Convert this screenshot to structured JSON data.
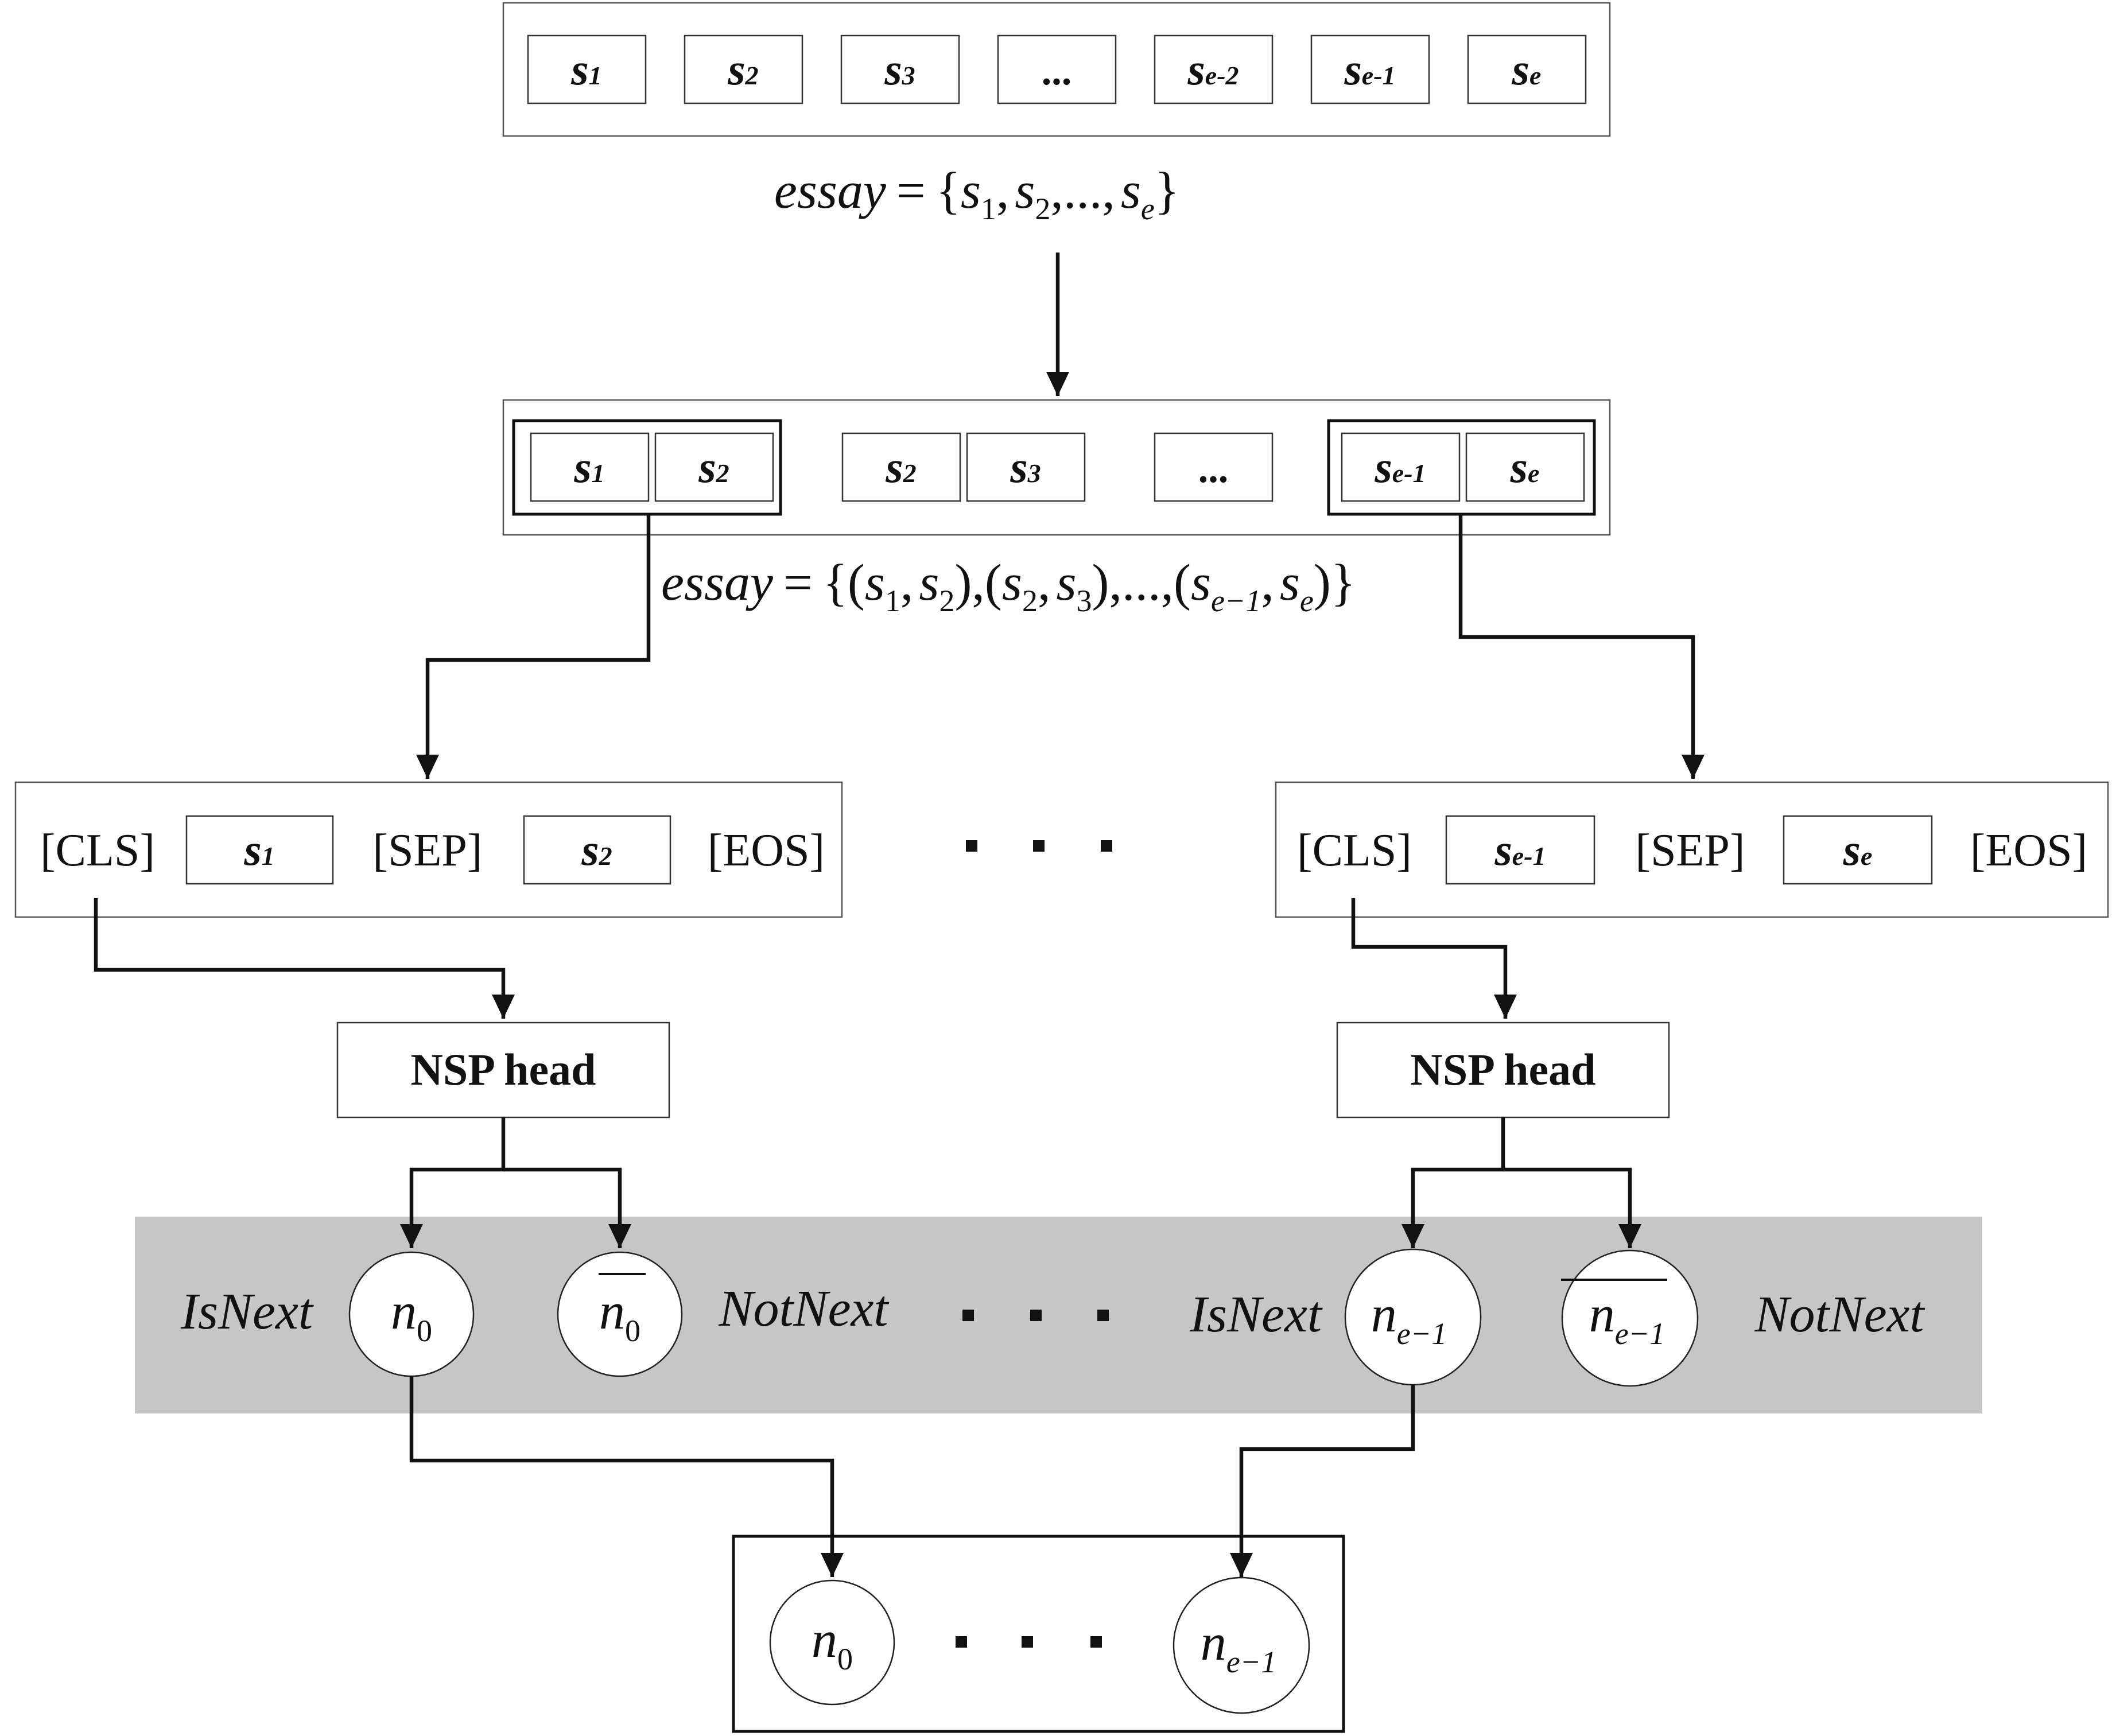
{
  "row1": {
    "sentences": [
      {
        "base": "s",
        "sub": "1"
      },
      {
        "base": "s",
        "sub": "2"
      },
      {
        "base": "s",
        "sub": "3"
      },
      {
        "base": "...",
        "sub": ""
      },
      {
        "base": "s",
        "sub": "e-2"
      },
      {
        "base": "s",
        "sub": "e-1"
      },
      {
        "base": "s",
        "sub": "e"
      }
    ]
  },
  "formula1": {
    "lhs": "essay",
    "eq": "=",
    "open": "{",
    "s": "s",
    "sub1": "1",
    "sub2": "2",
    "sube": "e",
    "comma": ",",
    "ellipsis": "...",
    "close": "}"
  },
  "row2": {
    "pairs": [
      {
        "a": {
          "base": "s",
          "sub": "1"
        },
        "b": {
          "base": "s",
          "sub": "2"
        }
      },
      {
        "a": {
          "base": "s",
          "sub": "2"
        },
        "b": {
          "base": "s",
          "sub": "3"
        }
      },
      {
        "mid": "..."
      },
      {
        "a": {
          "base": "s",
          "sub": "e-1"
        },
        "b": {
          "base": "s",
          "sub": "e"
        }
      }
    ]
  },
  "formula2": {
    "lhs": "essay",
    "eq": "=",
    "s": "s",
    "sub1": "1",
    "sub2": "2",
    "sub3": "3",
    "sube1": "e−1",
    "sube": "e",
    "ellipsis": "...",
    "comma": ","
  },
  "inputs": {
    "cls": "[CLS]",
    "sep": "[SEP]",
    "eos": "[EOS]",
    "left": {
      "a": {
        "base": "s",
        "sub": "1"
      },
      "b": {
        "base": "s",
        "sub": "2"
      }
    },
    "right": {
      "a": {
        "base": "s",
        "sub": "e-1"
      },
      "b": {
        "base": "s",
        "sub": "e"
      }
    }
  },
  "nsp_head_label": "NSP head",
  "outputs": {
    "isnext": "IsNext",
    "notnext": "NotNext",
    "n": "n",
    "sub0": "0",
    "sube1": "e−1"
  },
  "colors": {
    "band": "#c6c6c6",
    "stroke": "#111111",
    "background": "#ffffff"
  }
}
